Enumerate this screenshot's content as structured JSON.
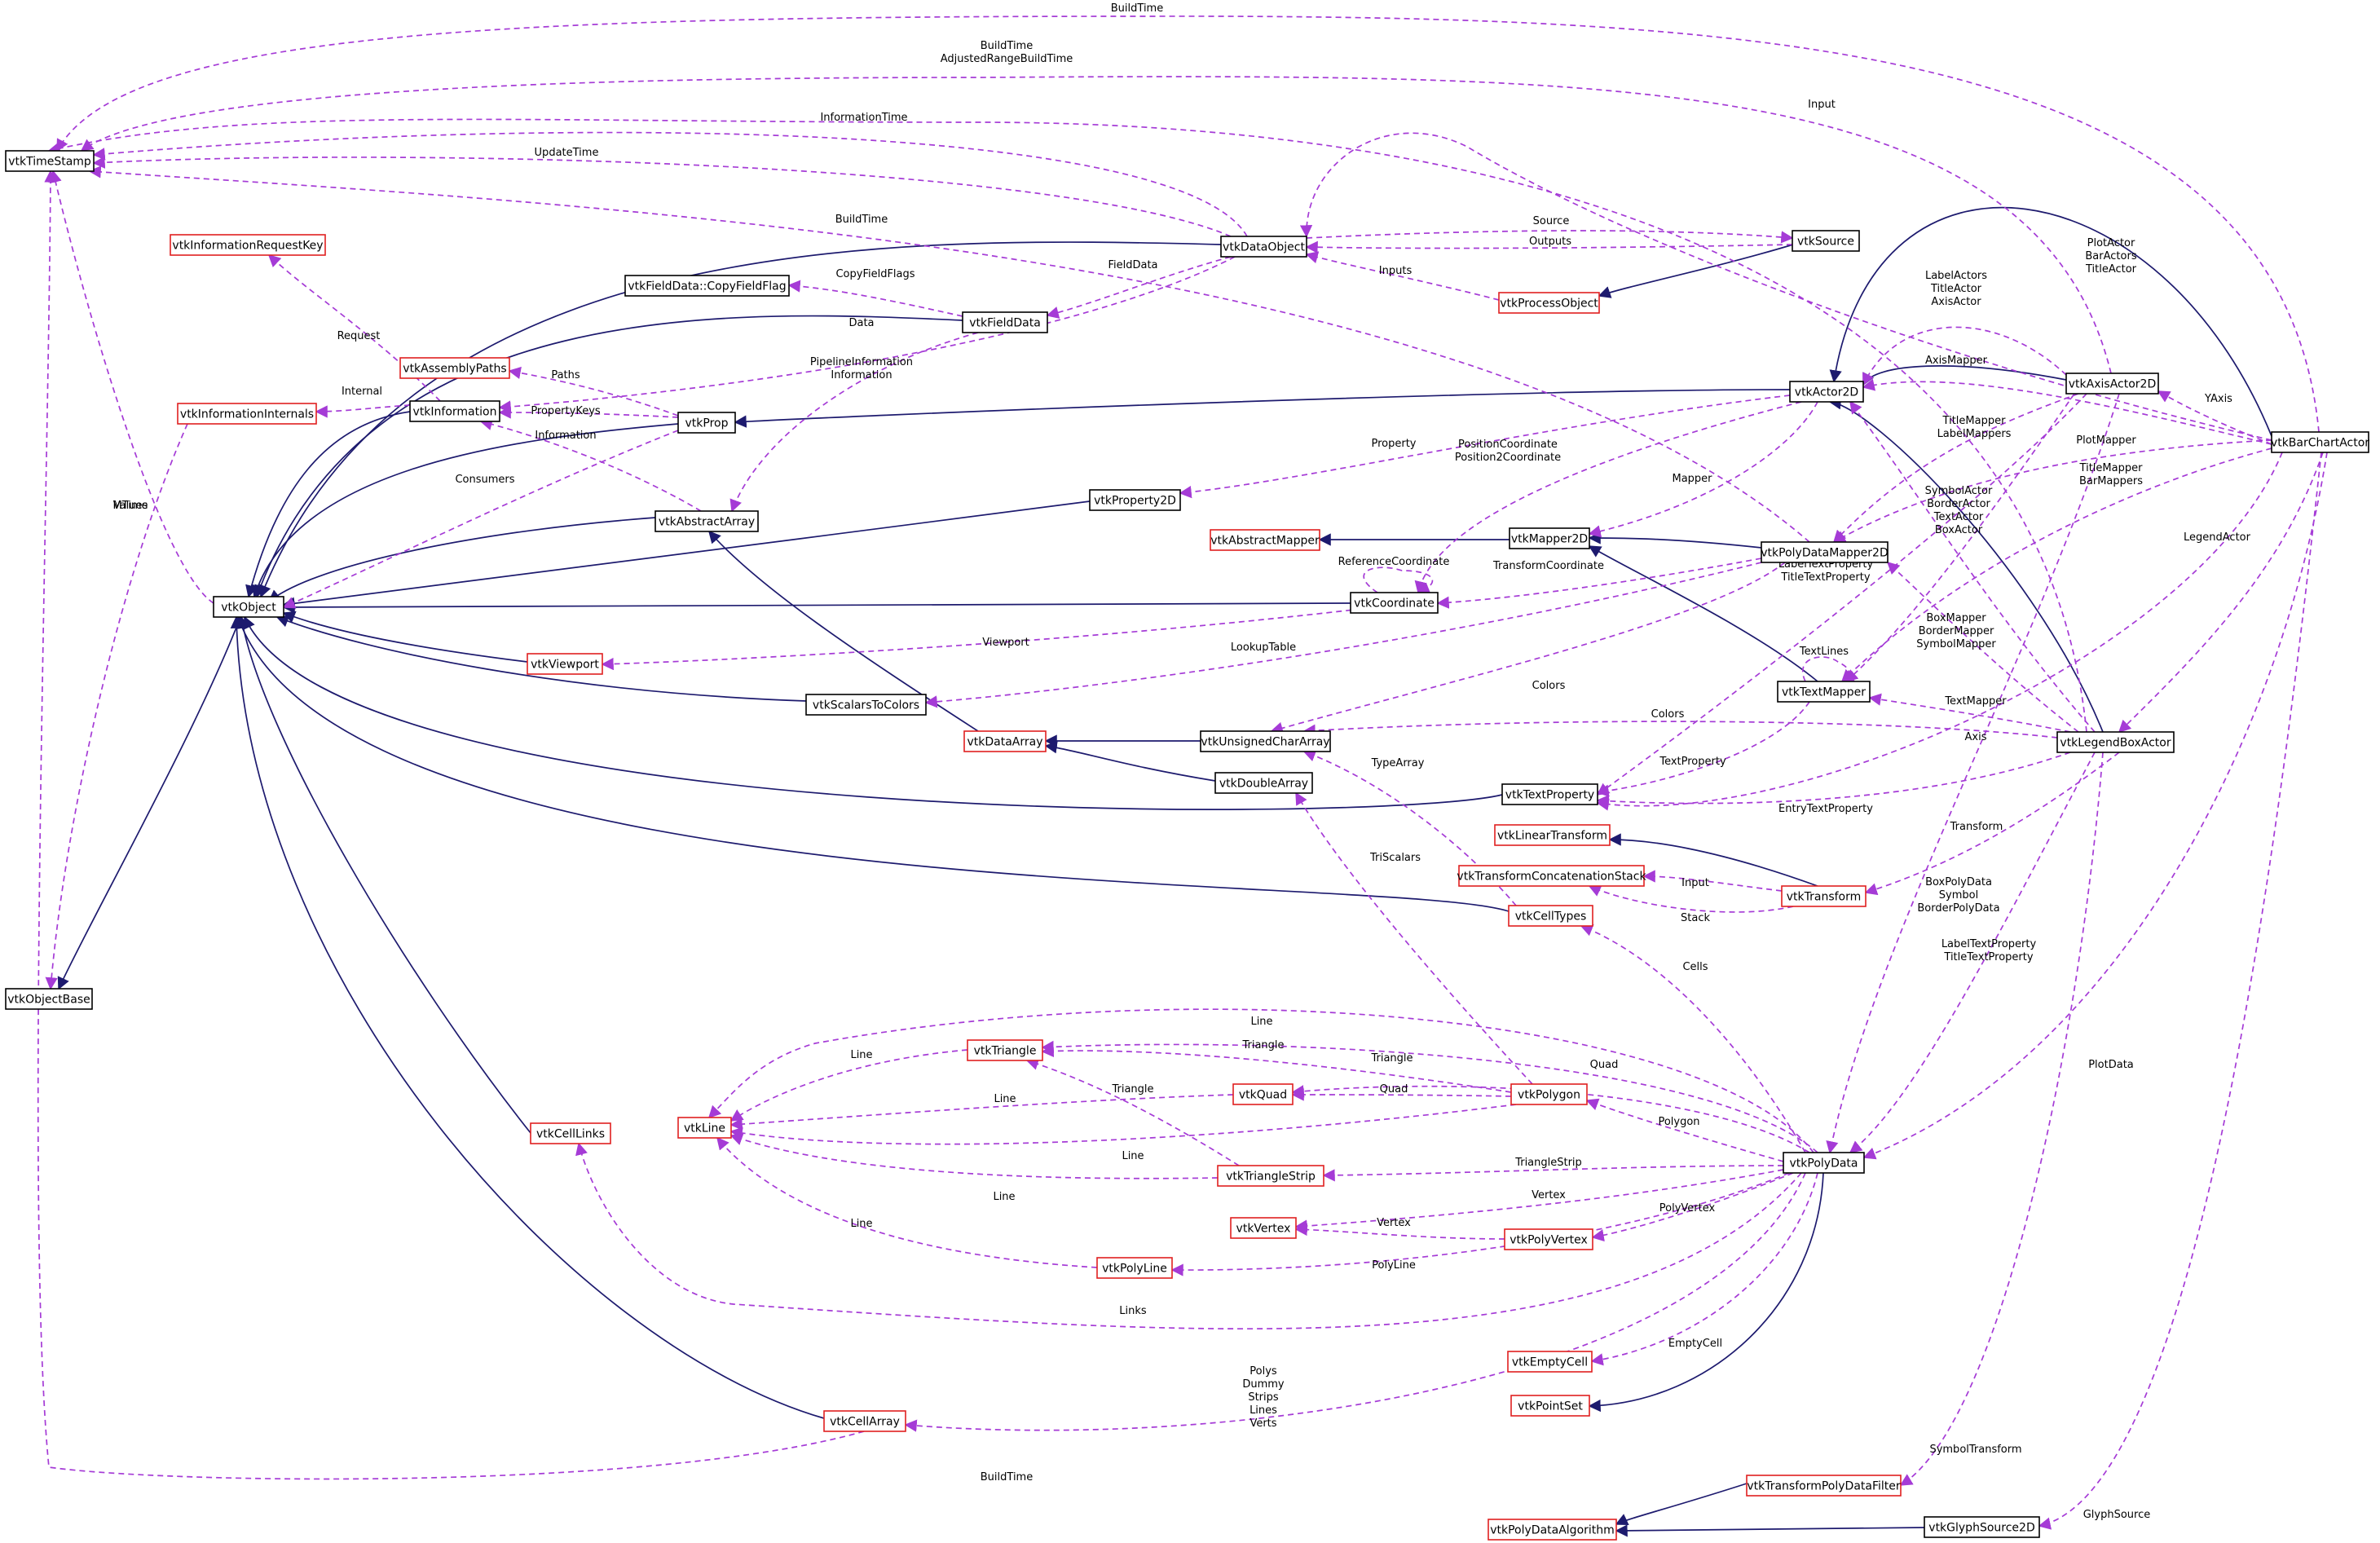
{
  "colors": {
    "inherit_edge": "#1d1a6e",
    "usage_edge": "#a53bd6",
    "node_border_normal": "#000000",
    "node_border_undocumented": "#e02020",
    "focus_fill": "#bfbfbf"
  },
  "nodes": [
    {
      "id": "vtkBarChartActor",
      "label": "vtkBarChartActor",
      "style": "focus"
    },
    {
      "id": "vtkTimeStamp",
      "label": "vtkTimeStamp",
      "style": "normal"
    },
    {
      "id": "vtkInformationRequestKey",
      "label": "vtkInformationRequestKey",
      "style": "red"
    },
    {
      "id": "vtkInformationInternals",
      "label": "vtkInformationInternals",
      "style": "red"
    },
    {
      "id": "vtkObjectBase",
      "label": "vtkObjectBase",
      "style": "normal"
    },
    {
      "id": "vtkObject",
      "label": "vtkObject",
      "style": "normal"
    },
    {
      "id": "vtkInformation",
      "label": "vtkInformation",
      "style": "normal"
    },
    {
      "id": "vtkAssemblyPaths",
      "label": "vtkAssemblyPaths",
      "style": "red"
    },
    {
      "id": "vtkFieldDataCopyFieldFlag",
      "label": "vtkFieldData::CopyFieldFlag",
      "style": "normal"
    },
    {
      "id": "vtkFieldData",
      "label": "vtkFieldData",
      "style": "normal"
    },
    {
      "id": "vtkDataObject",
      "label": "vtkDataObject",
      "style": "normal"
    },
    {
      "id": "vtkSource",
      "label": "vtkSource",
      "style": "normal"
    },
    {
      "id": "vtkProcessObject",
      "label": "vtkProcessObject",
      "style": "red"
    },
    {
      "id": "vtkProp",
      "label": "vtkProp",
      "style": "normal"
    },
    {
      "id": "vtkAbstractArray",
      "label": "vtkAbstractArray",
      "style": "normal"
    },
    {
      "id": "vtkProperty2D",
      "label": "vtkProperty2D",
      "style": "normal"
    },
    {
      "id": "vtkActor2D",
      "label": "vtkActor2D",
      "style": "normal"
    },
    {
      "id": "vtkAxisActor2D",
      "label": "vtkAxisActor2D",
      "style": "normal"
    },
    {
      "id": "vtkAbstractMapper",
      "label": "vtkAbstractMapper",
      "style": "red"
    },
    {
      "id": "vtkMapper2D",
      "label": "vtkMapper2D",
      "style": "normal"
    },
    {
      "id": "vtkPolyDataMapper2D",
      "label": "vtkPolyDataMapper2D",
      "style": "normal"
    },
    {
      "id": "vtkCoordinate",
      "label": "vtkCoordinate",
      "style": "normal"
    },
    {
      "id": "vtkViewport",
      "label": "vtkViewport",
      "style": "red"
    },
    {
      "id": "vtkScalarsToColors",
      "label": "vtkScalarsToColors",
      "style": "normal"
    },
    {
      "id": "vtkTextMapper",
      "label": "vtkTextMapper",
      "style": "normal"
    },
    {
      "id": "vtkDataArray",
      "label": "vtkDataArray",
      "style": "red"
    },
    {
      "id": "vtkUnsignedCharArray",
      "label": "vtkUnsignedCharArray",
      "style": "normal"
    },
    {
      "id": "vtkDoubleArray",
      "label": "vtkDoubleArray",
      "style": "normal"
    },
    {
      "id": "vtkLegendBoxActor",
      "label": "vtkLegendBoxActor",
      "style": "normal"
    },
    {
      "id": "vtkTextProperty",
      "label": "vtkTextProperty",
      "style": "normal"
    },
    {
      "id": "vtkLinearTransform",
      "label": "vtkLinearTransform",
      "style": "red"
    },
    {
      "id": "vtkTransformConcatenationStack",
      "label": "vtkTransformConcatenationStack",
      "style": "red"
    },
    {
      "id": "vtkTransform",
      "label": "vtkTransform",
      "style": "red"
    },
    {
      "id": "vtkCellTypes",
      "label": "vtkCellTypes",
      "style": "red"
    },
    {
      "id": "vtkTriangle",
      "label": "vtkTriangle",
      "style": "red"
    },
    {
      "id": "vtkQuad",
      "label": "vtkQuad",
      "style": "red"
    },
    {
      "id": "vtkPolygon",
      "label": "vtkPolygon",
      "style": "red"
    },
    {
      "id": "vtkLine",
      "label": "vtkLine",
      "style": "red"
    },
    {
      "id": "vtkCellLinks",
      "label": "vtkCellLinks",
      "style": "red"
    },
    {
      "id": "vtkTriangleStrip",
      "label": "vtkTriangleStrip",
      "style": "red"
    },
    {
      "id": "vtkPolyData",
      "label": "vtkPolyData",
      "style": "normal"
    },
    {
      "id": "vtkVertex",
      "label": "vtkVertex",
      "style": "red"
    },
    {
      "id": "vtkPolyVertex",
      "label": "vtkPolyVertex",
      "style": "red"
    },
    {
      "id": "vtkPolyLine",
      "label": "vtkPolyLine",
      "style": "red"
    },
    {
      "id": "vtkEmptyCell",
      "label": "vtkEmptyCell",
      "style": "red"
    },
    {
      "id": "vtkPointSet",
      "label": "vtkPointSet",
      "style": "red"
    },
    {
      "id": "vtkCellArray",
      "label": "vtkCellArray",
      "style": "red"
    },
    {
      "id": "vtkTransformPolyDataFilter",
      "label": "vtkTransformPolyDataFilter",
      "style": "red"
    },
    {
      "id": "vtkGlyphSource2D",
      "label": "vtkGlyphSource2D",
      "style": "normal"
    },
    {
      "id": "vtkPolyDataAlgorithm",
      "label": "vtkPolyDataAlgorithm",
      "style": "red"
    }
  ],
  "edges": [
    {
      "from": "vtkObject",
      "to": "vtkObjectBase",
      "kind": "inherit"
    },
    {
      "from": "vtkDataObject",
      "to": "vtkObject",
      "kind": "inherit"
    },
    {
      "from": "vtkFieldData",
      "to": "vtkObject",
      "kind": "inherit"
    },
    {
      "from": "vtkInformation",
      "to": "vtkObject",
      "kind": "inherit"
    },
    {
      "from": "vtkProp",
      "to": "vtkObject",
      "kind": "inherit"
    },
    {
      "from": "vtkAbstractArray",
      "to": "vtkObject",
      "kind": "inherit"
    },
    {
      "from": "vtkProperty2D",
      "to": "vtkObject",
      "kind": "inherit"
    },
    {
      "from": "vtkCoordinate",
      "to": "vtkObject",
      "kind": "inherit"
    },
    {
      "from": "vtkViewport",
      "to": "vtkObject",
      "kind": "inherit"
    },
    {
      "from": "vtkScalarsToColors",
      "to": "vtkObject",
      "kind": "inherit"
    },
    {
      "from": "vtkTextProperty",
      "to": "vtkObject",
      "kind": "inherit"
    },
    {
      "from": "vtkCellTypes",
      "to": "vtkObject",
      "kind": "inherit"
    },
    {
      "from": "vtkCellLinks",
      "to": "vtkObject",
      "kind": "inherit"
    },
    {
      "from": "vtkCellArray",
      "to": "vtkObject",
      "kind": "inherit"
    },
    {
      "from": "vtkActor2D",
      "to": "vtkProp",
      "kind": "inherit"
    },
    {
      "from": "vtkBarChartActor",
      "to": "vtkActor2D",
      "kind": "inherit"
    },
    {
      "from": "vtkAxisActor2D",
      "to": "vtkActor2D",
      "kind": "inherit"
    },
    {
      "from": "vtkLegendBoxActor",
      "to": "vtkActor2D",
      "kind": "inherit"
    },
    {
      "from": "vtkSource",
      "to": "vtkProcessObject",
      "kind": "inherit"
    },
    {
      "from": "vtkMapper2D",
      "to": "vtkAbstractMapper",
      "kind": "inherit"
    },
    {
      "from": "vtkPolyDataMapper2D",
      "to": "vtkMapper2D",
      "kind": "inherit"
    },
    {
      "from": "vtkTextMapper",
      "to": "vtkMapper2D",
      "kind": "inherit"
    },
    {
      "from": "vtkDataArray",
      "to": "vtkAbstractArray",
      "kind": "inherit"
    },
    {
      "from": "vtkUnsignedCharArray",
      "to": "vtkDataArray",
      "kind": "inherit"
    },
    {
      "from": "vtkDoubleArray",
      "to": "vtkDataArray",
      "kind": "inherit"
    },
    {
      "from": "vtkTransform",
      "to": "vtkLinearTransform",
      "kind": "inherit"
    },
    {
      "from": "vtkPolyData",
      "to": "vtkPointSet",
      "kind": "inherit"
    },
    {
      "from": "vtkTransformPolyDataFilter",
      "to": "vtkPolyDataAlgorithm",
      "kind": "inherit"
    },
    {
      "from": "vtkGlyphSource2D",
      "to": "vtkPolyDataAlgorithm",
      "kind": "inherit"
    },
    {
      "from": "vtkBarChartActor",
      "to": "vtkTimeStamp",
      "kind": "use",
      "label": "BuildTime"
    },
    {
      "from": "vtkAxisActor2D",
      "to": "vtkTimeStamp",
      "kind": "use",
      "label": "BuildTime\nAdjustedRangeBuildTime"
    },
    {
      "from": "vtkDataObject",
      "to": "vtkTimeStamp",
      "kind": "use",
      "label": "InformationTime"
    },
    {
      "from": "vtkDataObject",
      "to": "vtkTimeStamp",
      "kind": "use",
      "label": "UpdateTime"
    },
    {
      "from": "vtkPolyDataMapper2D",
      "to": "vtkTimeStamp",
      "kind": "use",
      "label": "BuildTime"
    },
    {
      "from": "vtkObject",
      "to": "vtkTimeStamp",
      "kind": "use",
      "label": "MTime"
    },
    {
      "from": "vtkLegendBoxActor",
      "to": "vtkTimeStamp",
      "kind": "use",
      "label": "BuildTime"
    },
    {
      "from": "vtkBarChartActor",
      "to": "vtkDataObject",
      "kind": "use",
      "label": "Input"
    },
    {
      "from": "vtkSource",
      "to": "vtkDataObject",
      "kind": "use",
      "label": "Outputs"
    },
    {
      "from": "vtkDataObject",
      "to": "vtkSource",
      "kind": "use",
      "label": "Source"
    },
    {
      "from": "vtkProcessObject",
      "to": "vtkDataObject",
      "kind": "use",
      "label": "Inputs"
    },
    {
      "from": "vtkInformation",
      "to": "vtkInformationRequestKey",
      "kind": "use",
      "label": "Request"
    },
    {
      "from": "vtkInformation",
      "to": "vtkInformationInternals",
      "kind": "use",
      "label": "Internal"
    },
    {
      "from": "vtkInformationInternals",
      "to": "vtkObjectBase",
      "kind": "use",
      "label": "Values"
    },
    {
      "from": "vtkFieldData",
      "to": "vtkFieldDataCopyFieldFlag",
      "kind": "use",
      "label": "CopyFieldFlags"
    },
    {
      "from": "vtkDataObject",
      "to": "vtkFieldData",
      "kind": "use",
      "label": "FieldData"
    },
    {
      "from": "vtkFieldData",
      "to": "vtkAbstractArray",
      "kind": "use",
      "label": "Data"
    },
    {
      "from": "vtkDataObject",
      "to": "vtkInformation",
      "kind": "use",
      "label": "PipelineInformation\nInformation"
    },
    {
      "from": "vtkProp",
      "to": "vtkAssemblyPaths",
      "kind": "use",
      "label": "Paths"
    },
    {
      "from": "vtkProp",
      "to": "vtkInformation",
      "kind": "use",
      "label": "PropertyKeys"
    },
    {
      "from": "vtkAbstractArray",
      "to": "vtkInformation",
      "kind": "use",
      "label": "Information"
    },
    {
      "from": "vtkProp",
      "to": "vtkObject",
      "kind": "use",
      "label": "Consumers"
    },
    {
      "from": "vtkBarChartActor",
      "to": "vtkActor2D",
      "kind": "use",
      "label": "PlotActor\nBarActors\nTitleActor"
    },
    {
      "from": "vtkAxisActor2D",
      "to": "vtkActor2D",
      "kind": "use",
      "label": "LabelActors\nTitleActor\nAxisActor"
    },
    {
      "from": "vtkBarChartActor",
      "to": "vtkAxisActor2D",
      "kind": "use",
      "label": "YAxis"
    },
    {
      "from": "vtkAxisActor2D",
      "to": "vtkPolyDataMapper2D",
      "kind": "use",
      "label": "AxisMapper"
    },
    {
      "from": "vtkAxisActor2D",
      "to": "vtkTextMapper",
      "kind": "use",
      "label": "TitleMapper\nLabelMappers"
    },
    {
      "from": "vtkBarChartActor",
      "to": "vtkPolyDataMapper2D",
      "kind": "use",
      "label": "PlotMapper"
    },
    {
      "from": "vtkBarChartActor",
      "to": "vtkTextMapper",
      "kind": "use",
      "label": "TitleMapper\nBarMappers"
    },
    {
      "from": "vtkBarChartActor",
      "to": "vtkLegendBoxActor",
      "kind": "use",
      "label": "LegendActor"
    },
    {
      "from": "vtkActor2D",
      "to": "vtkProperty2D",
      "kind": "use",
      "label": "Property"
    },
    {
      "from": "vtkActor2D",
      "to": "vtkCoordinate",
      "kind": "use",
      "label": "PositionCoordinate\nPosition2Coordinate"
    },
    {
      "from": "vtkActor2D",
      "to": "vtkMapper2D",
      "kind": "use",
      "label": "Mapper"
    },
    {
      "from": "vtkLegendBoxActor",
      "to": "vtkActor2D",
      "kind": "use",
      "label": "SymbolActor\nBorderActor\nTextActor\nBoxActor"
    },
    {
      "from": "vtkLegendBoxActor",
      "to": "vtkPolyDataMapper2D",
      "kind": "use",
      "label": "BoxMapper\nBorderMapper\nSymbolMapper"
    },
    {
      "from": "vtkAxisActor2D",
      "to": "vtkTextProperty",
      "kind": "use",
      "label": "LabelTextProperty\nTitleTextProperty"
    },
    {
      "from": "vtkCoordinate",
      "to": "vtkCoordinate",
      "kind": "use",
      "label": "ReferenceCoordinate"
    },
    {
      "from": "vtkPolyDataMapper2D",
      "to": "vtkCoordinate",
      "kind": "use",
      "label": "TransformCoordinate"
    },
    {
      "from": "vtkCoordinate",
      "to": "vtkViewport",
      "kind": "use",
      "label": "Viewport"
    },
    {
      "from": "vtkPolyDataMapper2D",
      "to": "vtkScalarsToColors",
      "kind": "use",
      "label": "LookupTable"
    },
    {
      "from": "vtkTextMapper",
      "to": "vtkTextMapper",
      "kind": "use",
      "label": "TextLines"
    },
    {
      "from": "vtkPolyDataMapper2D",
      "to": "vtkUnsignedCharArray",
      "kind": "use",
      "label": "Colors"
    },
    {
      "from": "vtkLegendBoxActor",
      "to": "vtkUnsignedCharArray",
      "kind": "use",
      "label": "Colors"
    },
    {
      "from": "vtkLegendBoxActor",
      "to": "vtkTextMapper",
      "kind": "use",
      "label": "TextMapper"
    },
    {
      "from": "vtkTextMapper",
      "to": "vtkTextProperty",
      "kind": "use",
      "label": "TextProperty"
    },
    {
      "from": "vtkLegendBoxActor",
      "to": "vtkTextProperty",
      "kind": "use",
      "label": "EntryTextProperty"
    },
    {
      "from": "vtkBarChartActor",
      "to": "vtkTextProperty",
      "kind": "use",
      "label": "LabelTextProperty\nTitleTextProperty"
    },
    {
      "from": "vtkCellTypes",
      "to": "vtkUnsignedCharArray",
      "kind": "use",
      "label": "TypeArray"
    },
    {
      "from": "vtkPolygon",
      "to": "vtkDoubleArray",
      "kind": "use",
      "label": "TriScalars"
    },
    {
      "from": "vtkLegendBoxActor",
      "to": "vtkTransform",
      "kind": "use",
      "label": "Transform"
    },
    {
      "from": "vtkTransform",
      "to": "vtkTransformConcatenationStack",
      "kind": "use",
      "label": "Input"
    },
    {
      "from": "vtkTransform",
      "to": "vtkTransformConcatenationStack",
      "kind": "use",
      "label": "Stack"
    },
    {
      "from": "vtkAxisActor2D",
      "to": "vtkPolyData",
      "kind": "use",
      "label": "Axis"
    },
    {
      "from": "vtkLegendBoxActor",
      "to": "vtkPolyData",
      "kind": "use",
      "label": "BoxPolyData\nSymbol\nBorderPolyData"
    },
    {
      "from": "vtkBarChartActor",
      "to": "vtkPolyData",
      "kind": "use",
      "label": "PlotData"
    },
    {
      "from": "vtkPolyData",
      "to": "vtkCellTypes",
      "kind": "use",
      "label": "Cells"
    },
    {
      "from": "vtkPolyData",
      "to": "vtkLine",
      "kind": "use",
      "label": "Line"
    },
    {
      "from": "vtkPolyData",
      "to": "vtkTriangle",
      "kind": "use",
      "label": "Triangle"
    },
    {
      "from": "vtkPolyData",
      "to": "vtkQuad",
      "kind": "use",
      "label": "Quad"
    },
    {
      "from": "vtkPolygon",
      "to": "vtkTriangle",
      "kind": "use",
      "label": "Triangle"
    },
    {
      "from": "vtkPolygon",
      "to": "vtkQuad",
      "kind": "use",
      "label": "Quad"
    },
    {
      "from": "vtkTriangle",
      "to": "vtkLine",
      "kind": "use",
      "label": "Line"
    },
    {
      "from": "vtkQuad",
      "to": "vtkLine",
      "kind": "use",
      "label": "Line"
    },
    {
      "from": "vtkTriangleStrip",
      "to": "vtkTriangle",
      "kind": "use",
      "label": "Triangle"
    },
    {
      "from": "vtkPolygon",
      "to": "vtkLine",
      "kind": "use",
      "label": "Line"
    },
    {
      "from": "vtkPolyData",
      "to": "vtkPolygon",
      "kind": "use",
      "label": "Polygon"
    },
    {
      "from": "vtkTriangleStrip",
      "to": "vtkLine",
      "kind": "use",
      "label": "Line"
    },
    {
      "from": "vtkPolyData",
      "to": "vtkTriangleStrip",
      "kind": "use",
      "label": "TriangleStrip"
    },
    {
      "from": "vtkPolyData",
      "to": "vtkVertex",
      "kind": "use",
      "label": "Vertex"
    },
    {
      "from": "vtkPolyVertex",
      "to": "vtkVertex",
      "kind": "use",
      "label": "Vertex"
    },
    {
      "from": "vtkPolyData",
      "to": "vtkPolyVertex",
      "kind": "use",
      "label": "PolyVertex"
    },
    {
      "from": "vtkPolyLine",
      "to": "vtkLine",
      "kind": "use",
      "label": "Line"
    },
    {
      "from": "vtkPolyData",
      "to": "vtkPolyLine",
      "kind": "use",
      "label": "PolyLine"
    },
    {
      "from": "vtkPolyData",
      "to": "vtkCellLinks",
      "kind": "use",
      "label": "Links"
    },
    {
      "from": "vtkPolyData",
      "to": "vtkEmptyCell",
      "kind": "use",
      "label": "EmptyCell"
    },
    {
      "from": "vtkPolyData",
      "to": "vtkCellArray",
      "kind": "use",
      "label": "Polys\nDummy\nStrips\nLines\nVerts"
    },
    {
      "from": "vtkCellArray",
      "to": "vtkTimeStamp",
      "kind": "use",
      "label": "BuildTime"
    },
    {
      "from": "vtkLegendBoxActor",
      "to": "vtkTransformPolyDataFilter",
      "kind": "use",
      "label": "SymbolTransform"
    },
    {
      "from": "vtkBarChartActor",
      "to": "vtkGlyphSource2D",
      "kind": "use",
      "label": "GlyphSource"
    }
  ]
}
